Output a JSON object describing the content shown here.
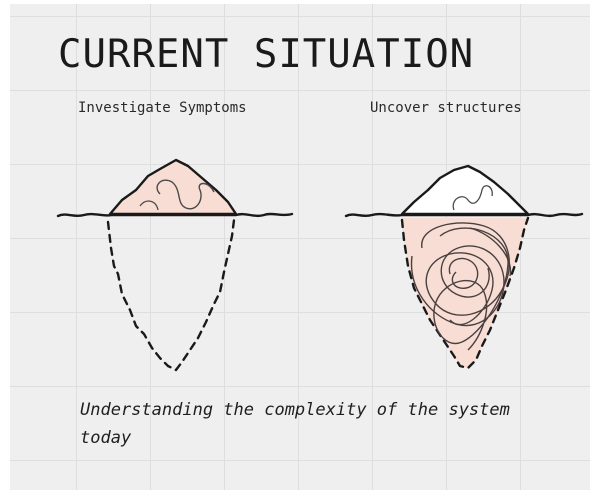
{
  "title": "CURRENT SITUATION",
  "left_panel": {
    "label": "Investigate Symptoms"
  },
  "right_panel": {
    "label": "Uncover structures"
  },
  "caption": "Understanding the complexity of the system today",
  "colors": {
    "background": "#efefef",
    "grid": "#dedede",
    "ink": "#1a1a1a",
    "iceberg_fill": "#f7ddd3"
  }
}
